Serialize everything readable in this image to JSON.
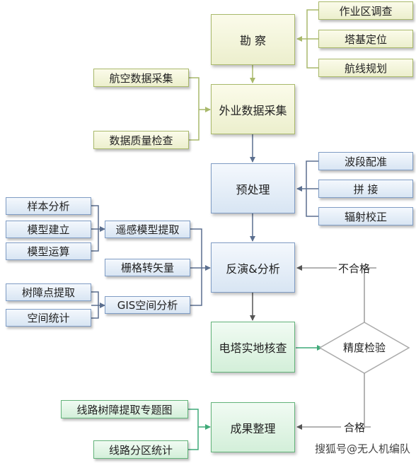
{
  "main": {
    "survey": "勘 察",
    "field_collection": "外业数据采集",
    "preprocess": "预处理",
    "inversion": "反演&分析",
    "tower_check": "电塔实地核查",
    "results": "成果整理"
  },
  "survey_inputs": [
    "作业区调查",
    "塔基定位",
    "航线规划"
  ],
  "collection_inputs": [
    "航空数据采集",
    "数据质量检查"
  ],
  "preprocess_inputs": [
    "波段配准",
    "拼 接",
    "辐射校正"
  ],
  "rs_group": [
    "样本分析",
    "模型建立",
    "模型运算"
  ],
  "rs_extract": "遥感模型提取",
  "raster_vector": "栅格转矢量",
  "gis_group": [
    "树障点提取",
    "空间统计"
  ],
  "gis_analysis": "GIS空间分析",
  "results_inputs": [
    "线路树障提取专题图",
    "线路分区统计"
  ],
  "decision": {
    "label": "精度检验",
    "fail": "不合格",
    "pass": "合格"
  },
  "watermark": "搜狐号@无人机编队"
}
